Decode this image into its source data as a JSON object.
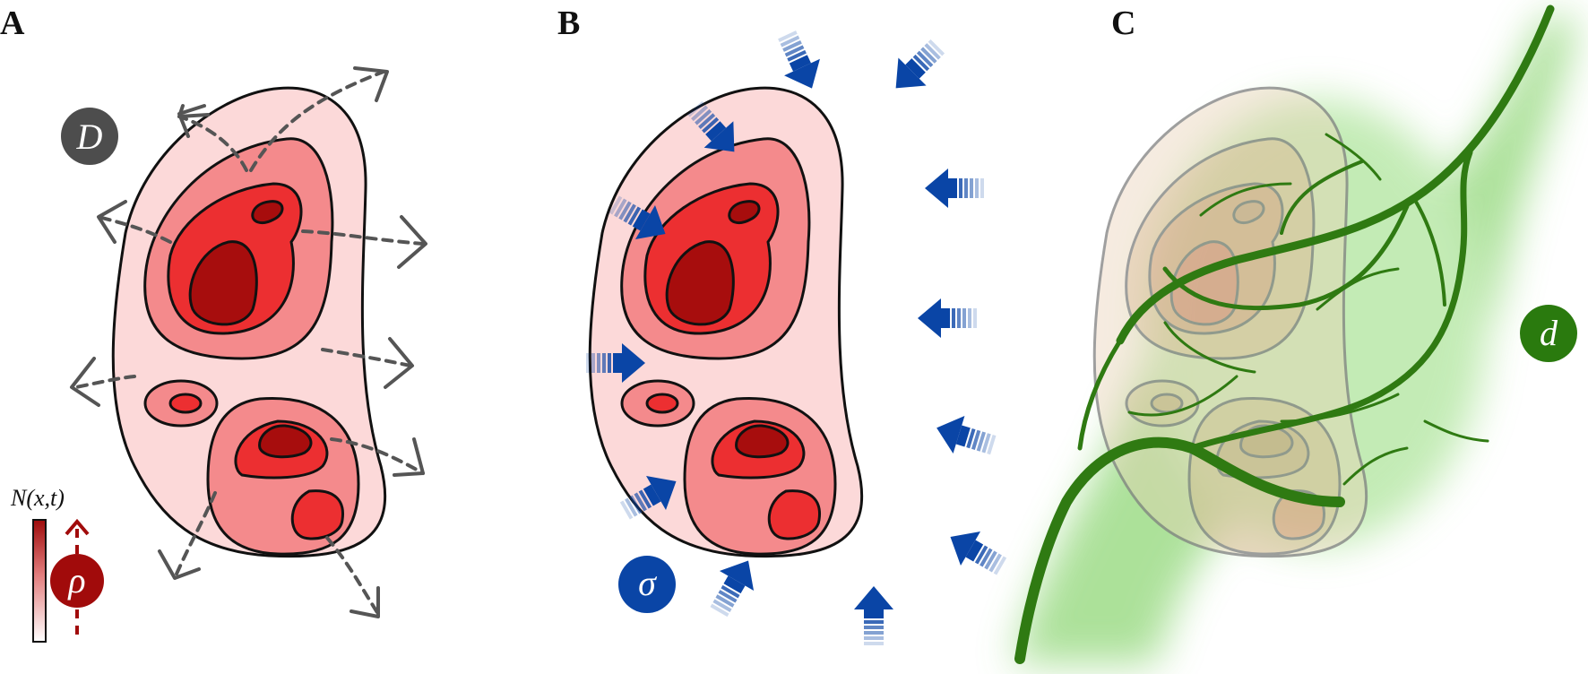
{
  "panels": [
    {
      "letter": "A",
      "badge": "D",
      "badge_color": "#4d4d4d"
    },
    {
      "letter": "B",
      "badge": "σ",
      "badge_color": "#0a45a6"
    },
    {
      "letter": "C",
      "badge": "d",
      "badge_color": "#2a7a0e"
    }
  ],
  "legend": {
    "label": "N(x,t)",
    "symbol": "ρ",
    "symbol_color": "#a10b0b"
  },
  "colors": {
    "level1": "#fcd9d9",
    "level2": "#f48a8c",
    "level3": "#ec2f31",
    "level4": "#a70d0d",
    "arrow_grey": "#555555",
    "arrow_blue": "#0a45a6",
    "vessel_green": "#2f7a12"
  }
}
